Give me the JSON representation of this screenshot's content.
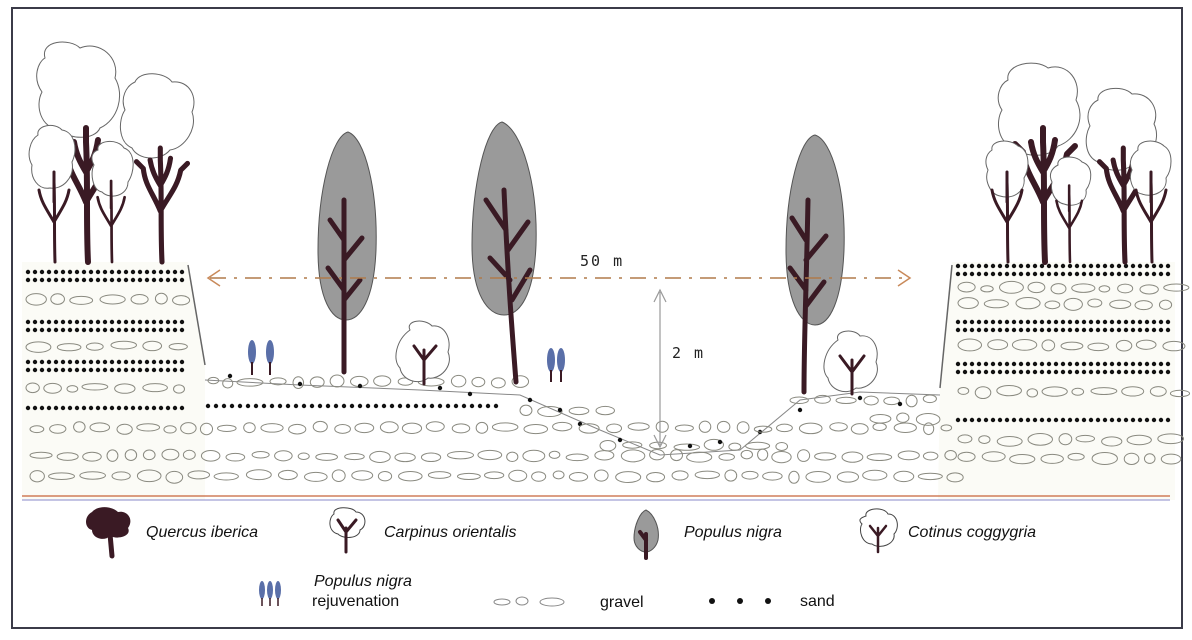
{
  "diagram": {
    "width_label": "50 m",
    "depth_label": "2 m"
  },
  "legend": {
    "quercus": "Quercus iberica",
    "carpinus": "Carpinus orientalis",
    "populus": "Populus nigra",
    "cotinus": "Cotinus coggygria",
    "rejuvenation_line1": "Populus nigra",
    "rejuvenation_line2": "rejuvenation",
    "gravel": "gravel",
    "sand": "sand"
  },
  "colors": {
    "trunk": "#3a1a24",
    "poplar_crown": "#9a9a9a",
    "rejuvenation": "#5a6fa8",
    "arrow": "#c98a5a",
    "dashed_line": "#b07a4a",
    "rule_top": "#c8643a",
    "rule_bottom": "#8a8ac8",
    "border": "#3b3b48"
  }
}
